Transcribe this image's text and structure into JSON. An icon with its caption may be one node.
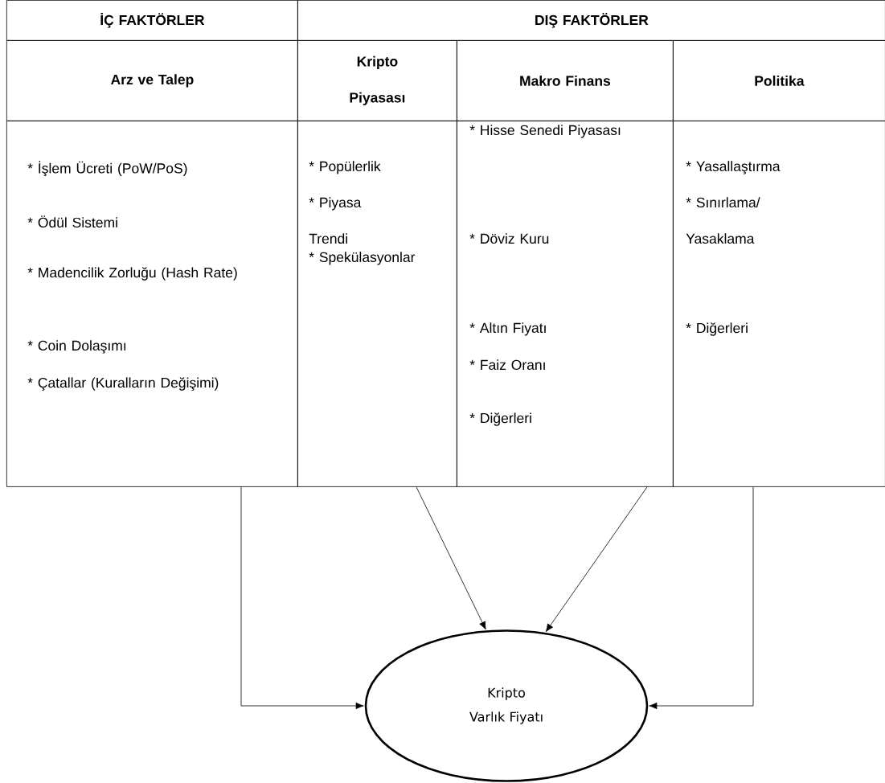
{
  "diagram": {
    "nodes": [
      {
        "text": [
          "İÇ FAKTÖRLER"
        ]
      },
      {
        "text": [
          "DIŞ FAKTÖRLER"
        ]
      },
      {
        "text": [
          "Arz ve Talep"
        ]
      },
      {
        "text": [
          "Kripto Piyasası"
        ]
      },
      {
        "text": [
          "Makro Finans"
        ]
      },
      {
        "text": [
          "Politika"
        ]
      },
      {
        "text": [
          "* İşlem Ücreti (PoW/PoS)",
          "* Ödül Sistemi",
          "* Madencilik Zorluğu (Hash Rate)",
          "* Coin Dolaşımı",
          "* Çatallar (Kuralların Değişimi)"
        ]
      },
      {
        "text": [
          "* Popülerlik",
          "* Piyasa Trendi",
          "* Spekülasyonlar"
        ]
      },
      {
        "text": [
          "* Hisse Senedi Piyasası",
          "* Döviz Kuru",
          "* Altın Fiyatı",
          "* Faiz Oranı",
          "* Diğerleri"
        ]
      },
      {
        "text": [
          "* Yasallaştırma",
          "* Sınırlama/ Yasaklama",
          "* Diğerleri"
        ]
      },
      {
        "text": [
          "Kripto Varlık Fiyatı"
        ]
      }
    ],
    "edges": [
      {
        "from": 6,
        "to": 10,
        "arrow": "to"
      },
      {
        "from": 7,
        "to": 10,
        "arrow": "to"
      },
      {
        "from": 8,
        "to": 10,
        "arrow": "to"
      },
      {
        "from": 9,
        "to": 10,
        "arrow": "to"
      }
    ]
  }
}
